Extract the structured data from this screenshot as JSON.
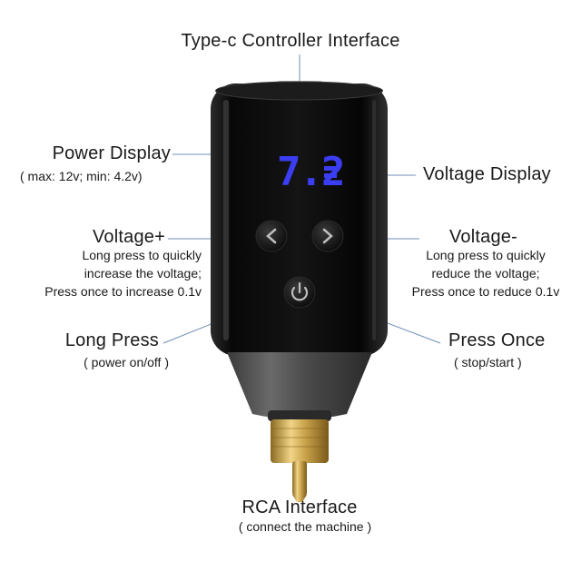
{
  "top_label": "Type-c Controller Interface",
  "power_display": {
    "title": "Power Display",
    "subtitle": "( max: 12v; min: 4.2v)"
  },
  "voltage_display": {
    "title": "Voltage Display"
  },
  "screen_reading": "7.2",
  "voltage_plus": {
    "title": "Voltage+",
    "line1": "Long press to quickly",
    "line2": "increase the voltage;",
    "line3": "Press once to increase 0.1v"
  },
  "voltage_minus": {
    "title": "Voltage-",
    "line1": "Long press to quickly",
    "line2": "reduce the voltage;",
    "line3": "Press once to reduce 0.1v"
  },
  "long_press": {
    "title": "Long Press",
    "subtitle": "( power on/off )"
  },
  "press_once": {
    "title": "Press Once",
    "subtitle": "( stop/start )"
  },
  "rca": {
    "title": "RCA Interface",
    "subtitle": "( connect the machine )"
  },
  "colors": {
    "body": "#0e0e0e",
    "lead_line": "#6f8fb5",
    "display": "#3b3df2",
    "connector_gold": "#c9a24a"
  },
  "icons": {
    "left_button": "chevron-left-icon",
    "right_button": "chevron-right-icon",
    "power_button": "power-icon",
    "battery": "battery-bars-icon"
  }
}
